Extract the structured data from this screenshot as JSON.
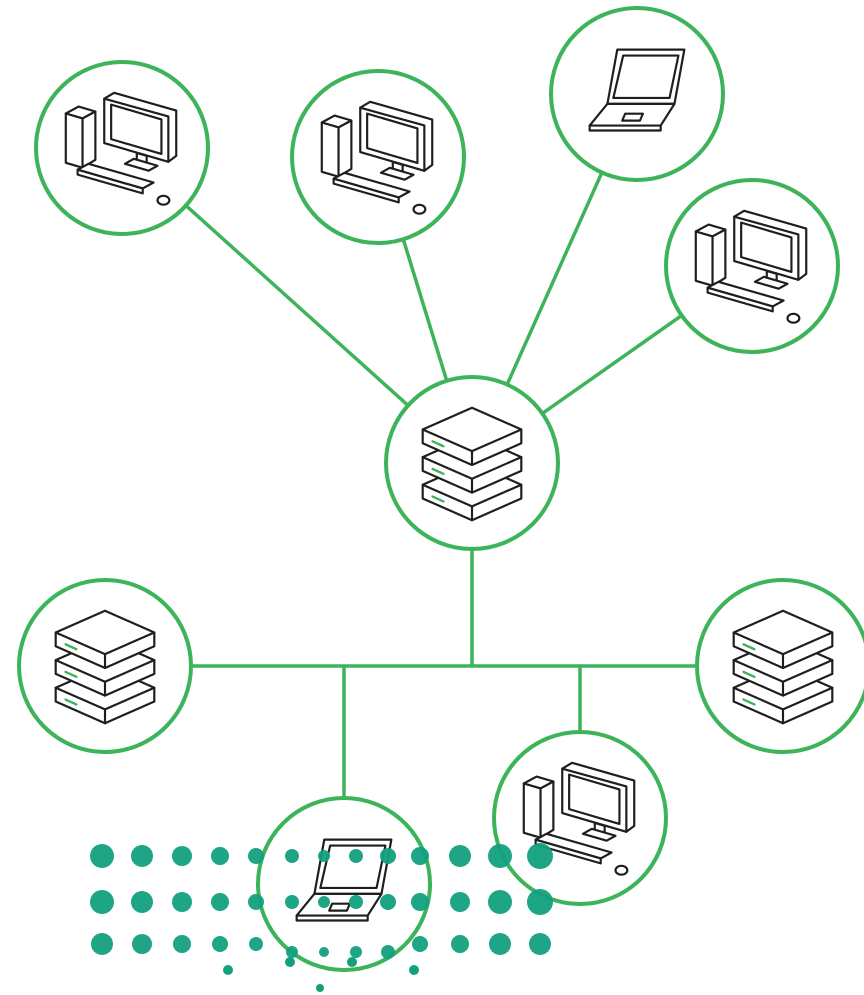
{
  "diagram": {
    "type": "network-topology",
    "colors": {
      "line": "#3db35a",
      "icon_stroke": "#1e1e1e",
      "accent": "#3db35a",
      "dots": "#12a07f",
      "background": "#ffffff"
    },
    "nodes": [
      {
        "id": "top-left-desktop",
        "icon": "desktop-computer-icon"
      },
      {
        "id": "top-center-desktop",
        "icon": "desktop-computer-icon"
      },
      {
        "id": "top-laptop",
        "icon": "laptop-icon"
      },
      {
        "id": "right-desktop",
        "icon": "desktop-computer-icon"
      },
      {
        "id": "central-server",
        "icon": "server-stack-icon"
      },
      {
        "id": "left-server",
        "icon": "server-stack-icon"
      },
      {
        "id": "right-server",
        "icon": "server-stack-icon"
      },
      {
        "id": "bottom-laptop",
        "icon": "laptop-icon"
      },
      {
        "id": "bottom-right-desktop",
        "icon": "desktop-computer-icon"
      }
    ],
    "connections": [
      [
        "central-server",
        "top-left-desktop"
      ],
      [
        "central-server",
        "top-center-desktop"
      ],
      [
        "central-server",
        "top-laptop"
      ],
      [
        "central-server",
        "right-desktop"
      ],
      [
        "central-server",
        "left-server"
      ],
      [
        "central-server",
        "right-server"
      ],
      [
        "central-server",
        "bottom-laptop"
      ],
      [
        "central-server",
        "bottom-right-desktop"
      ]
    ],
    "decoration": {
      "type": "dot-pattern-watermark",
      "color": "#12a07f"
    }
  }
}
